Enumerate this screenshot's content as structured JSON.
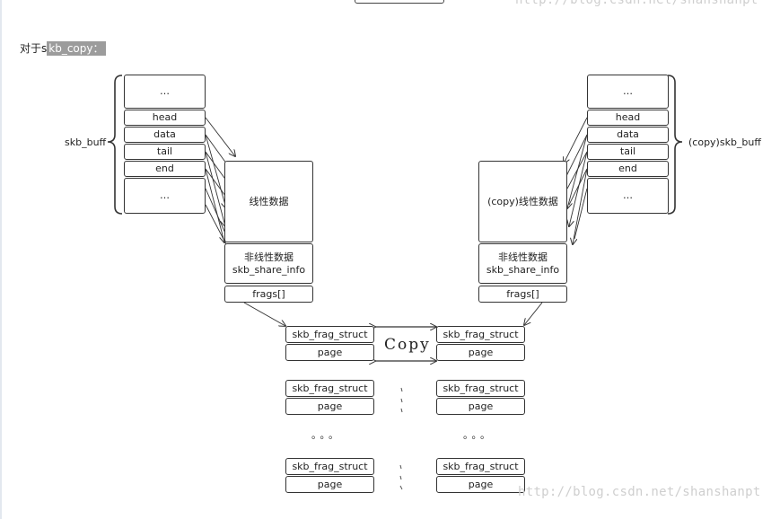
{
  "watermark": "http://blog.csdn.net/shanshanpt",
  "intro": {
    "prefix": "对于s",
    "highlight": "kb_copy："
  },
  "left": {
    "label": "skb_buff",
    "fields": [
      "…",
      "head",
      "data",
      "tail",
      "end",
      "…"
    ],
    "linear": "线性数据",
    "nonlinear": "非线性数据",
    "share_info": "skb_share_info",
    "frags": "frags[]"
  },
  "right": {
    "label": "(copy)skb_buff",
    "fields": [
      "…",
      "head",
      "data",
      "tail",
      "end",
      "…"
    ],
    "linear": "(copy)线性数据",
    "nonlinear": "非线性数据",
    "share_info": "skb_share_info",
    "frags": "frags[]"
  },
  "frag": {
    "struct": "skb_frag_struct",
    "page": "page"
  },
  "copy_label": "Copy",
  "ellipsis": "。。。"
}
